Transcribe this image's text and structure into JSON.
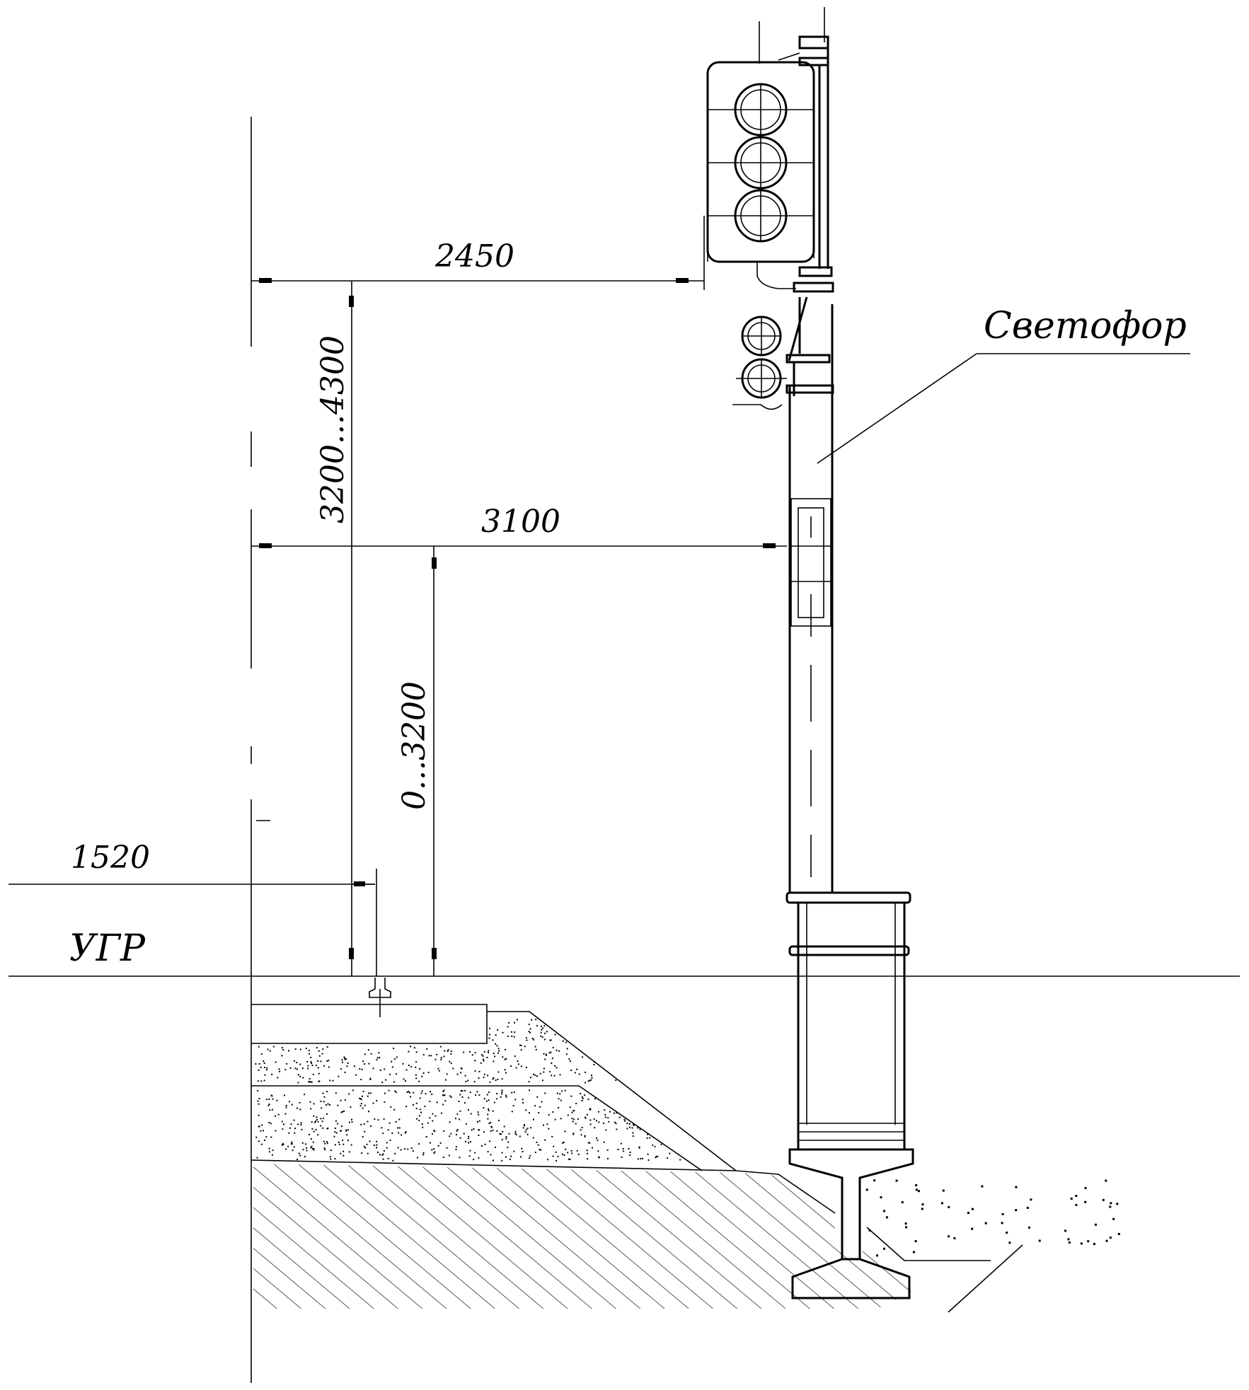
{
  "dimensions": {
    "d2450": "2450",
    "d3100": "3100",
    "d3200_4300": "3200...4300",
    "d0_3200": "0...3200",
    "d1520": "1520"
  },
  "labels": {
    "ugr": "УГР",
    "signal": "Светофор"
  }
}
